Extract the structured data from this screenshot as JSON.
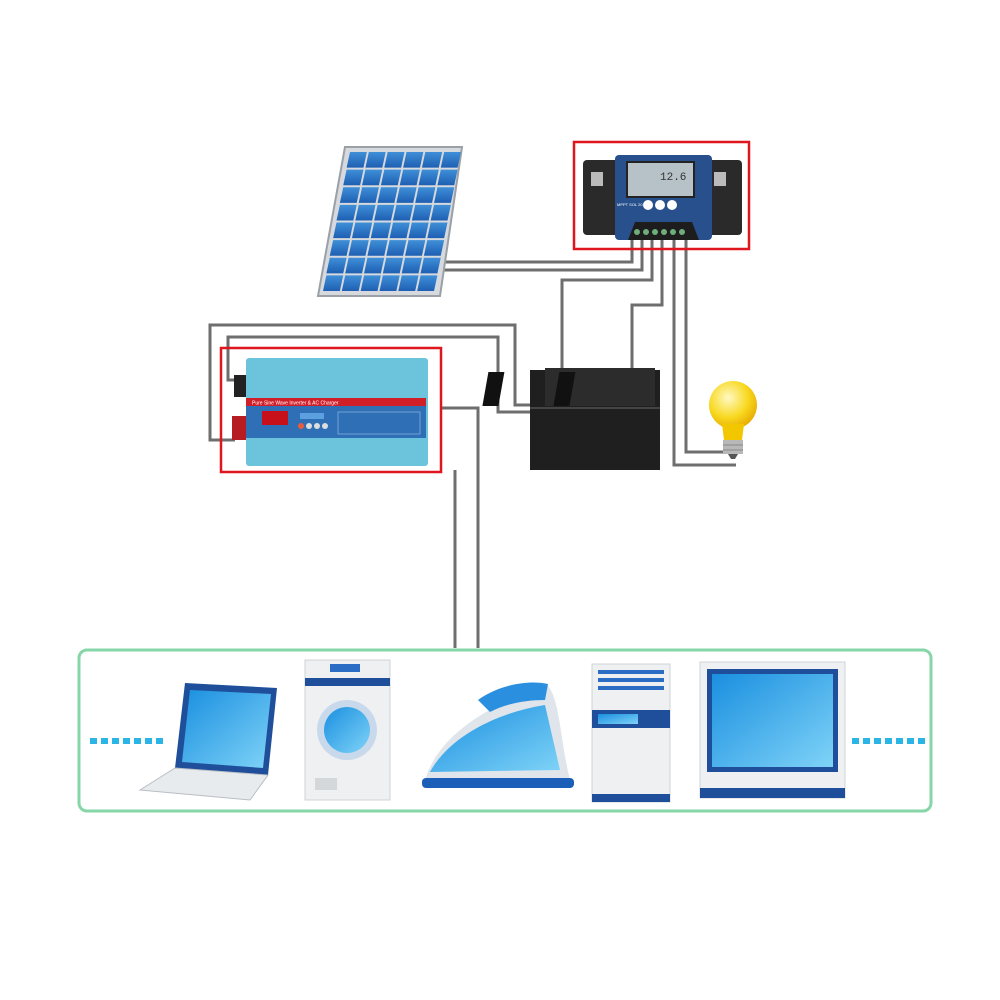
{
  "components": {
    "solar_panel": {
      "icon": "solar-panel-icon"
    },
    "charge_controller": {
      "icon": "charge-controller-icon",
      "display_reading": "12.6",
      "model_label": "MPPT SOL 20"
    },
    "inverter": {
      "icon": "inverter-icon",
      "label": "Pure Sine Wave Inverter & AC Charger"
    },
    "battery": {
      "icon": "battery-icon"
    },
    "bulb": {
      "icon": "light-bulb-icon"
    }
  },
  "highlight_color": "#e0161e",
  "load_panel_border_color": "#86d6a8",
  "dot_color": "#2bb5e6",
  "appliances": [
    {
      "icon": "laptop-icon"
    },
    {
      "icon": "washing-machine-icon"
    },
    {
      "icon": "iron-icon"
    },
    {
      "icon": "air-conditioner-icon"
    },
    {
      "icon": "monitor-icon"
    }
  ]
}
